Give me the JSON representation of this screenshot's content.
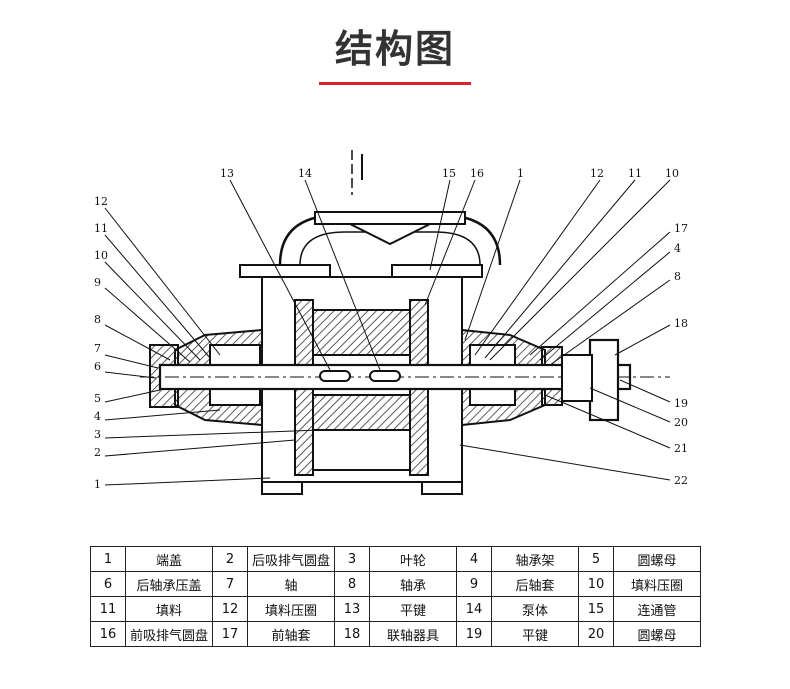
{
  "title": "结构图",
  "colors": {
    "accent": "#d9232d",
    "title": "#333333",
    "line": "#111111",
    "hatch": "#333333"
  },
  "diagram": {
    "callouts_left": [
      "12",
      "11",
      "10",
      "9",
      "8",
      "7",
      "6",
      "5",
      "4",
      "3",
      "2",
      "1"
    ],
    "callouts_top": [
      "13",
      "14",
      "15",
      "16",
      "1",
      "12",
      "11",
      "10"
    ],
    "callouts_right": [
      "17",
      "4",
      "8",
      "18",
      "19",
      "20",
      "21",
      "22"
    ]
  },
  "parts": [
    [
      {
        "num": "1",
        "name": "端盖"
      },
      {
        "num": "2",
        "name": "后吸排气圆盘"
      },
      {
        "num": "3",
        "name": "叶轮"
      },
      {
        "num": "4",
        "name": "轴承架"
      },
      {
        "num": "5",
        "name": "圆螺母"
      }
    ],
    [
      {
        "num": "6",
        "name": "后轴承压盖"
      },
      {
        "num": "7",
        "name": "轴"
      },
      {
        "num": "8",
        "name": "轴承"
      },
      {
        "num": "9",
        "name": "后轴套"
      },
      {
        "num": "10",
        "name": "填料压圈"
      }
    ],
    [
      {
        "num": "11",
        "name": "填料"
      },
      {
        "num": "12",
        "name": "填料压圈"
      },
      {
        "num": "13",
        "name": "平键"
      },
      {
        "num": "14",
        "name": "泵体"
      },
      {
        "num": "15",
        "name": "连通管"
      }
    ],
    [
      {
        "num": "16",
        "name": "前吸排气圆盘"
      },
      {
        "num": "17",
        "name": "前轴套"
      },
      {
        "num": "18",
        "name": "联轴器具"
      },
      {
        "num": "19",
        "name": "平键"
      },
      {
        "num": "20",
        "name": "圆螺母"
      }
    ]
  ]
}
